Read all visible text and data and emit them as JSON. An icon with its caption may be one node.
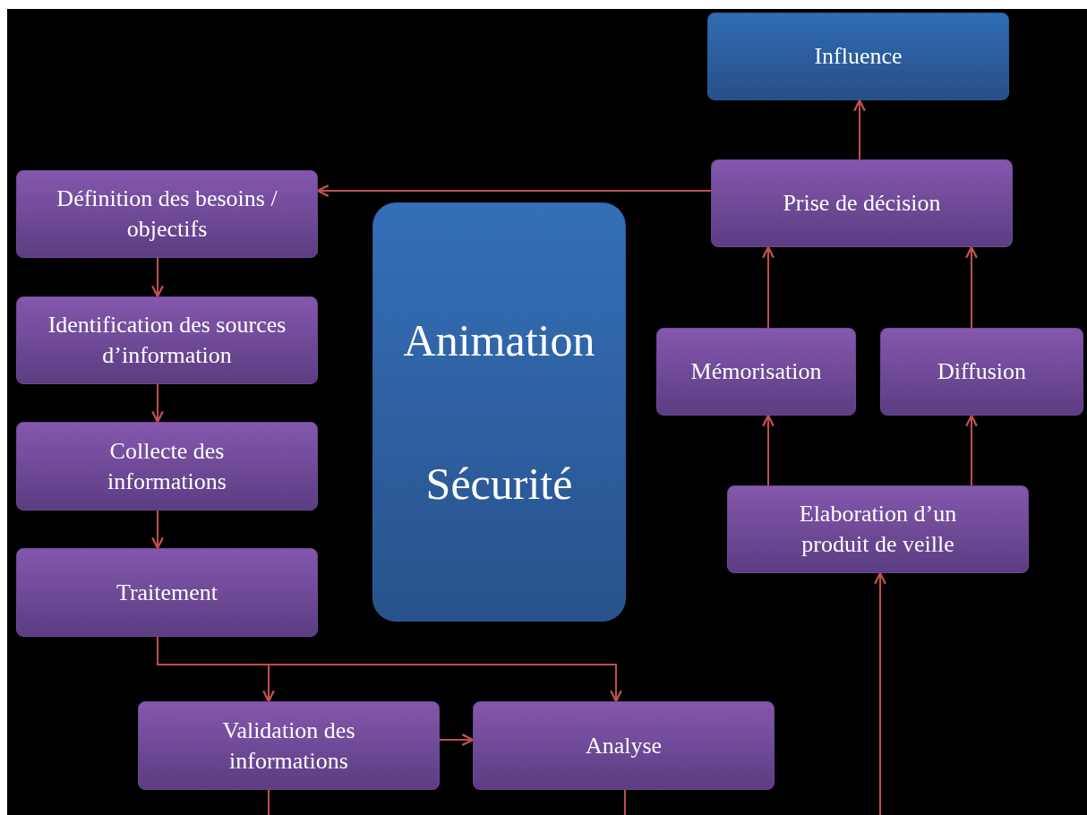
{
  "diagram": {
    "nodes": [
      {
        "text": [
          "Influence"
        ]
      },
      {
        "text": [
          "Définition des besoins / objectifs"
        ]
      },
      {
        "text": [
          "Animation",
          "Sécurité"
        ]
      },
      {
        "text": [
          "Prise de décision"
        ]
      },
      {
        "text": [
          "Identification des sources d’information"
        ]
      },
      {
        "text": [
          "Mémorisation"
        ]
      },
      {
        "text": [
          "Diffusion"
        ]
      },
      {
        "text": [
          "Collecte des informations"
        ]
      },
      {
        "text": [
          "Elaboration d’un produit de veille"
        ]
      },
      {
        "text": [
          "Traitement"
        ]
      },
      {
        "text": [
          "Validation des informations"
        ]
      },
      {
        "text": [
          "Analyse"
        ]
      }
    ],
    "edges": [
      {
        "from": 3,
        "to": 1,
        "arrow": "to"
      },
      {
        "from": 3,
        "to": 0,
        "arrow": "to"
      },
      {
        "from": 1,
        "to": 4,
        "arrow": "to"
      },
      {
        "from": 4,
        "to": 7,
        "arrow": "to"
      },
      {
        "from": 7,
        "to": 9,
        "arrow": "to"
      },
      {
        "from": 9,
        "to": 10,
        "arrow": "to"
      },
      {
        "from": 9,
        "to": 11,
        "arrow": "to"
      },
      {
        "from": 10,
        "to": 11,
        "arrow": "to"
      },
      {
        "from": 5,
        "to": 3,
        "arrow": "to"
      },
      {
        "from": 6,
        "to": 3,
        "arrow": "to"
      },
      {
        "from": 8,
        "to": 5,
        "arrow": "to"
      },
      {
        "from": 8,
        "to": 6,
        "arrow": "to"
      },
      {
        "from": null,
        "to": 8,
        "arrow": "to"
      },
      {
        "from": 10,
        "to": null,
        "arrow": "none"
      },
      {
        "from": 11,
        "to": null,
        "arrow": "none"
      }
    ]
  }
}
